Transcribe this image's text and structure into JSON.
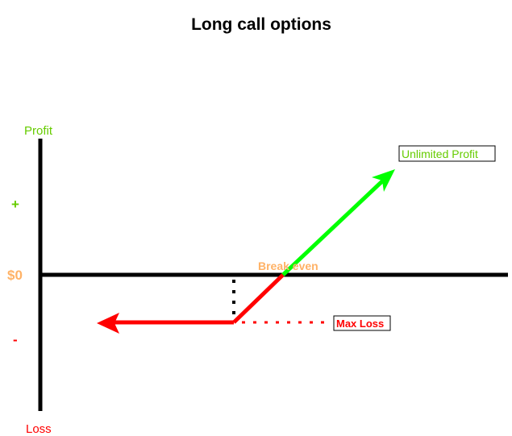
{
  "title": "Long call options",
  "axis": {
    "top_label": "Profit",
    "bottom_label": "Loss",
    "plus_label": "+",
    "zero_label": "$0",
    "minus_label": "-"
  },
  "annotations": {
    "break_even": "Break even",
    "unlimited_profit": "Unlimited Profit",
    "max_loss": "Max Loss"
  },
  "colors": {
    "axis": "#000000",
    "profit_green": "#66cc00",
    "bright_green": "#00ff00",
    "loss_red": "#ff0000",
    "break_even_orange": "#ffb266",
    "zero_orange": "#ffb266"
  }
}
